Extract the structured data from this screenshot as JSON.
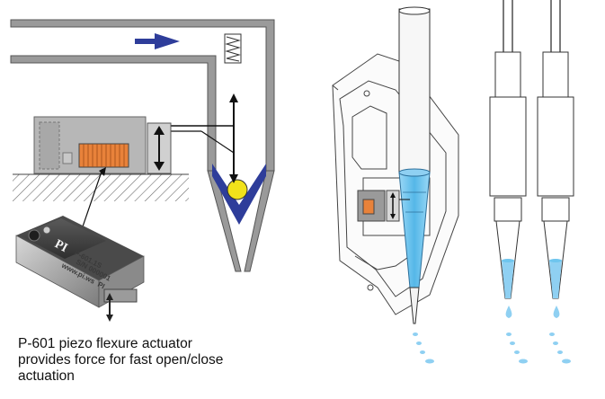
{
  "caption": {
    "line1": "P-601 piezo flexure actuator",
    "line2": "provides force for fast open/close",
    "line3": "actuation"
  },
  "module": {
    "logo": "PI",
    "model": "P-601.1S",
    "serial": "S/N 000001",
    "url": "www.pi.ws",
    "brand": "PI"
  },
  "colors": {
    "housing": "#9a9a9a",
    "flow_arrow": "#2e3d9a",
    "piezo_stack": "#e8823a",
    "ball": "#f1e21a",
    "liquid": "#6ec5ee",
    "droplet": "#8fd0f2"
  },
  "icons": {
    "flow_arrow": "arrow-right-icon",
    "actuation_arrow": "double-arrow-vertical-icon",
    "spring": "spring-icon",
    "ball_valve": "ball-icon"
  }
}
